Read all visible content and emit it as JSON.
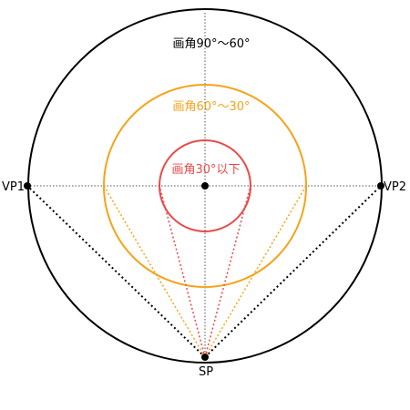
{
  "diagram": {
    "labels": {
      "zone_90_60": "画角90°〜60°",
      "zone_60_30": "画角60°〜30°",
      "zone_30": "画角30°以下"
    },
    "points": {
      "vp1": "VP1",
      "vp2": "VP2",
      "sp": "SP"
    },
    "colors": {
      "outer": "#000000",
      "middle": "#f5a31a",
      "inner": "#e84a4a",
      "guide": "#555555"
    }
  }
}
